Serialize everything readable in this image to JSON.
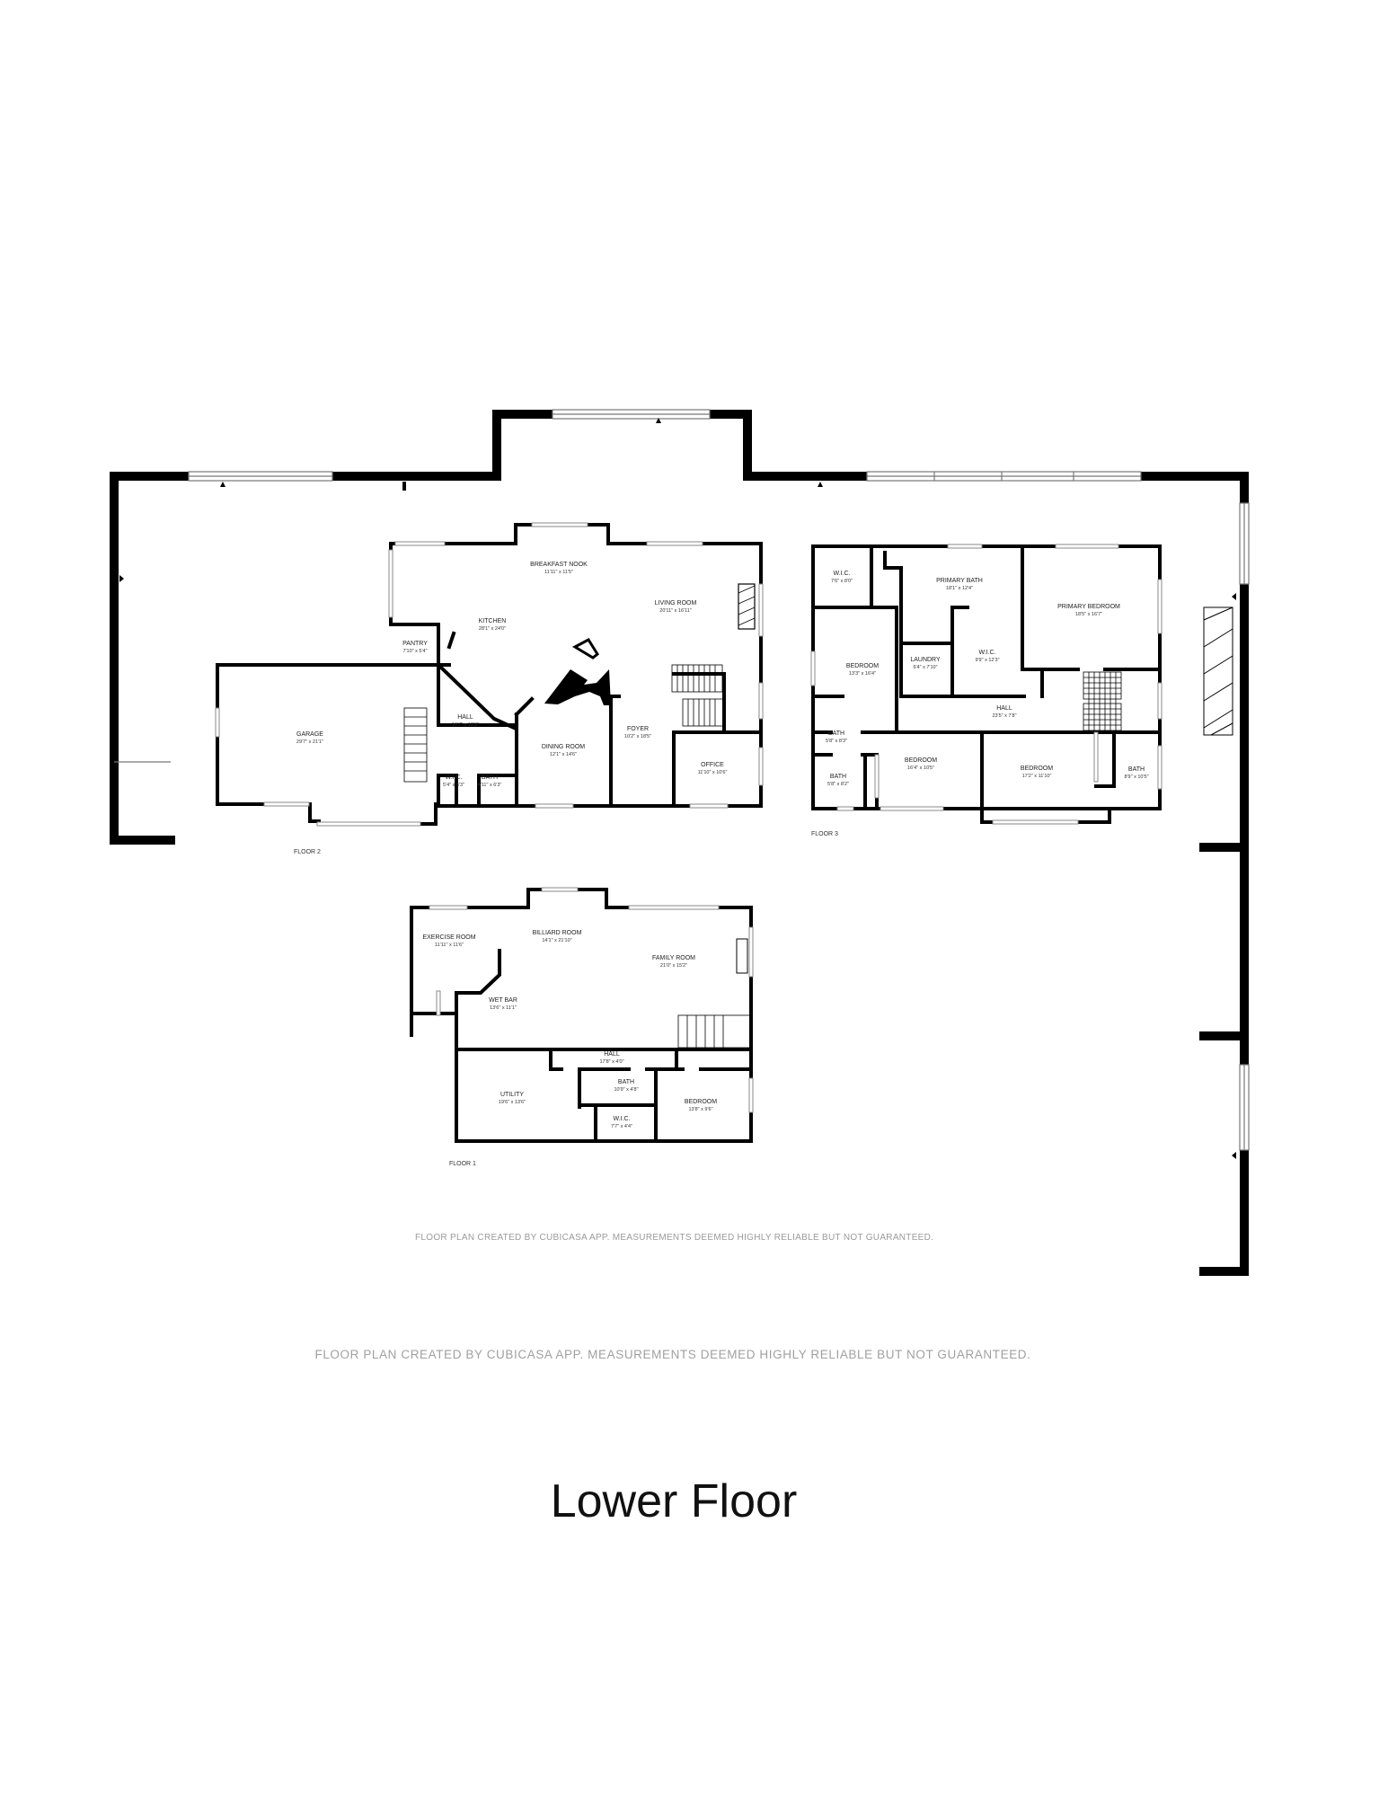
{
  "floor2": {
    "label": "FLOOR 2",
    "rooms": {
      "breakfast_nook": {
        "name": "BREAKFAST NOOK",
        "dim": "11'11\" x 11'5\""
      },
      "kitchen": {
        "name": "KITCHEN",
        "dim": "28'1\" x 24'0\""
      },
      "pantry": {
        "name": "PANTRY",
        "dim": "7'10\" x 5'4\""
      },
      "living_room": {
        "name": "LIVING ROOM",
        "dim": "20'11\" x 16'11\""
      },
      "garage": {
        "name": "GARAGE",
        "dim": "29'7\" x 21'1\""
      },
      "hall": {
        "name": "HALL",
        "dim": "10'7\" x 12'3\""
      },
      "wic": {
        "name": "W.I.C.",
        "dim": "5'4\" x 6'3\""
      },
      "bath": {
        "name": "BATH",
        "dim": "4'11\" x 6'3\""
      },
      "dining_room": {
        "name": "DINING ROOM",
        "dim": "12'1\" x 14'6\""
      },
      "foyer": {
        "name": "FOYER",
        "dim": "10'2\" x 18'5\""
      },
      "office": {
        "name": "OFFICE",
        "dim": "11'10\" x 10'6\""
      }
    }
  },
  "floor3": {
    "label": "FLOOR 3",
    "rooms": {
      "wic_a": {
        "name": "W.I.C.",
        "dim": "7'6\" x 8'0\""
      },
      "primary_bath": {
        "name": "PRIMARY BATH",
        "dim": "18'1\" x 12'4\""
      },
      "primary_bedroom": {
        "name": "PRIMARY BEDROOM",
        "dim": "18'5\" x 16'7\""
      },
      "bedroom_a": {
        "name": "BEDROOM",
        "dim": "13'3\" x 16'4\""
      },
      "laundry": {
        "name": "LAUNDRY",
        "dim": "6'4\" x 7'10\""
      },
      "wic_b": {
        "name": "W.I.C.",
        "dim": "9'9\" x 12'3\""
      },
      "hall": {
        "name": "HALL",
        "dim": "23'5\" x 7'8\""
      },
      "bath_a": {
        "name": "BATH",
        "dim": "5'8\" x 8'3\""
      },
      "bath_b": {
        "name": "BATH",
        "dim": "5'8\" x 8'2\""
      },
      "bedroom_b": {
        "name": "BEDROOM",
        "dim": "16'4\" x 10'5\""
      },
      "bedroom_c": {
        "name": "BEDROOM",
        "dim": "17'2\" x 11'10\""
      },
      "bath_c": {
        "name": "BATH",
        "dim": "8'9\" x 10'5\""
      }
    }
  },
  "floor1": {
    "label": "FLOOR 1",
    "rooms": {
      "exercise_room": {
        "name": "EXERCISE ROOM",
        "dim": "11'11\" x 11'6\""
      },
      "billiard_room": {
        "name": "BILLIARD ROOM",
        "dim": "14'1\" x 21'10\""
      },
      "family_room": {
        "name": "FAMILY ROOM",
        "dim": "21'0\" x 15'2\""
      },
      "wet_bar": {
        "name": "WET BAR",
        "dim": "13'6\" x 11'1\""
      },
      "hall": {
        "name": "HALL",
        "dim": "17'8\" x 4'0\""
      },
      "utility": {
        "name": "UTILITY",
        "dim": "19'6\" x 13'6\""
      },
      "bath": {
        "name": "BATH",
        "dim": "10'9\" x 4'8\""
      },
      "bedroom": {
        "name": "BEDROOM",
        "dim": "13'8\" x 9'6\""
      },
      "wic": {
        "name": "W.I.C.",
        "dim": "7'7\" x 4'4\""
      }
    }
  },
  "disclaimer_inner": "FLOOR PLAN CREATED BY CUBICASA APP. MEASUREMENTS DEEMED HIGHLY RELIABLE BUT NOT GUARANTEED.",
  "disclaimer_outer": "FLOOR PLAN CREATED BY CUBICASA APP. MEASUREMENTS DEEMED HIGHLY RELIABLE BUT NOT GUARANTEED.",
  "title": "Lower Floor",
  "colors": {
    "wall": "#000000",
    "window": "#9a9a9a",
    "background": "#ffffff"
  }
}
